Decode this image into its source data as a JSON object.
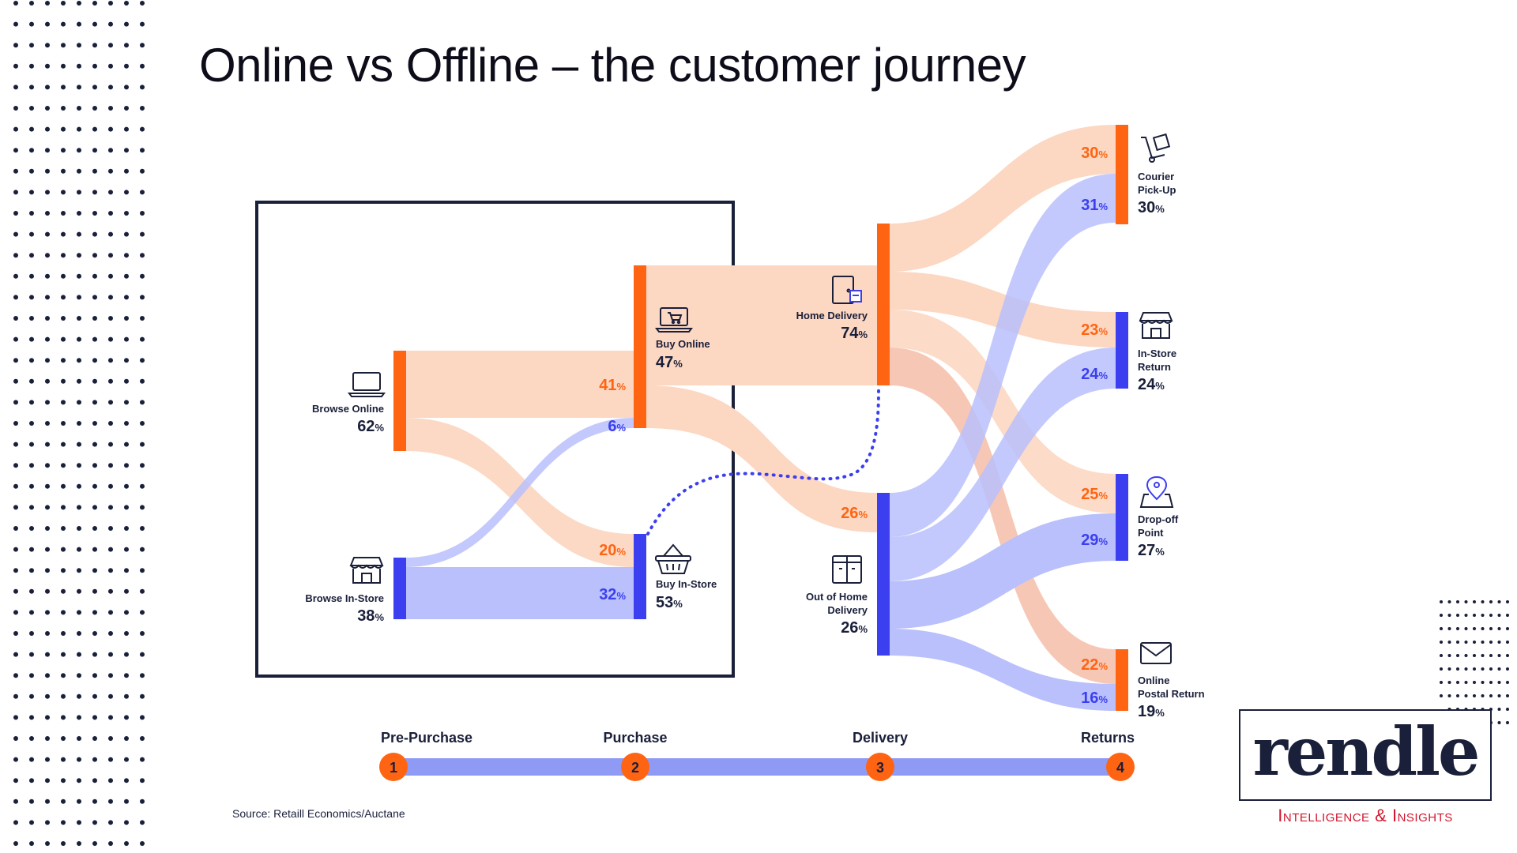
{
  "title": "Online vs Offline – the customer journey",
  "source": "Source: Retaill Economics/Auctane",
  "logo": {
    "name": "rendle",
    "tagline": "Intelligence & Insights"
  },
  "colors": {
    "online": "#ff6412",
    "instore": "#3b3ff0",
    "online_flow": "#fcd7c2",
    "instore_flow": "#b9c0fb",
    "timeline": "#8f9af5",
    "navy": "#1a1f3a",
    "brand_red": "#d0162e"
  },
  "nodes": {
    "browse_online": {
      "label": "Browse Online",
      "value": "62",
      "icon": "laptop-icon"
    },
    "browse_instore": {
      "label": "Browse In-Store",
      "value": "38",
      "icon": "store-icon"
    },
    "buy_online": {
      "label": "Buy Online",
      "value": "47",
      "icon": "laptop-cart-icon"
    },
    "buy_instore": {
      "label": "Buy In-Store",
      "value": "53",
      "icon": "basket-icon"
    },
    "home_delivery": {
      "label": "Home Delivery",
      "value": "74",
      "icon": "door-parcel-icon"
    },
    "out_home": {
      "label1": "Out of Home",
      "label2": "Delivery",
      "value": "26",
      "icon": "locker-icon"
    },
    "courier": {
      "label1": "Courier",
      "label2": "Pick-Up",
      "value": "30",
      "icon": "hand-truck-icon"
    },
    "instore_return": {
      "label1": "In-Store",
      "label2": "Return",
      "value": "24",
      "icon": "store-icon"
    },
    "dropoff": {
      "label1": "Drop-off",
      "label2": "Point",
      "value": "27",
      "icon": "map-pin-icon"
    },
    "postal": {
      "label1": "Online",
      "label2": "Postal Return",
      "value": "19",
      "icon": "envelope-icon"
    }
  },
  "flow_labels": {
    "bo_buy_online": "41",
    "bi_buy_online": "6",
    "bo_buy_instore": "20",
    "bi_buy_instore": "32",
    "to_out_home": "26",
    "courier_online": "30",
    "courier_instore": "31",
    "return_online": "23",
    "return_instore": "24",
    "dropoff_online": "25",
    "dropoff_instore": "29",
    "postal_online": "22",
    "postal_instore": "16"
  },
  "pct_sign": "%",
  "stages": [
    {
      "num": "1",
      "label": "Pre-Purchase"
    },
    {
      "num": "2",
      "label": "Purchase"
    },
    {
      "num": "3",
      "label": "Delivery"
    },
    {
      "num": "4",
      "label": "Returns"
    }
  ]
}
